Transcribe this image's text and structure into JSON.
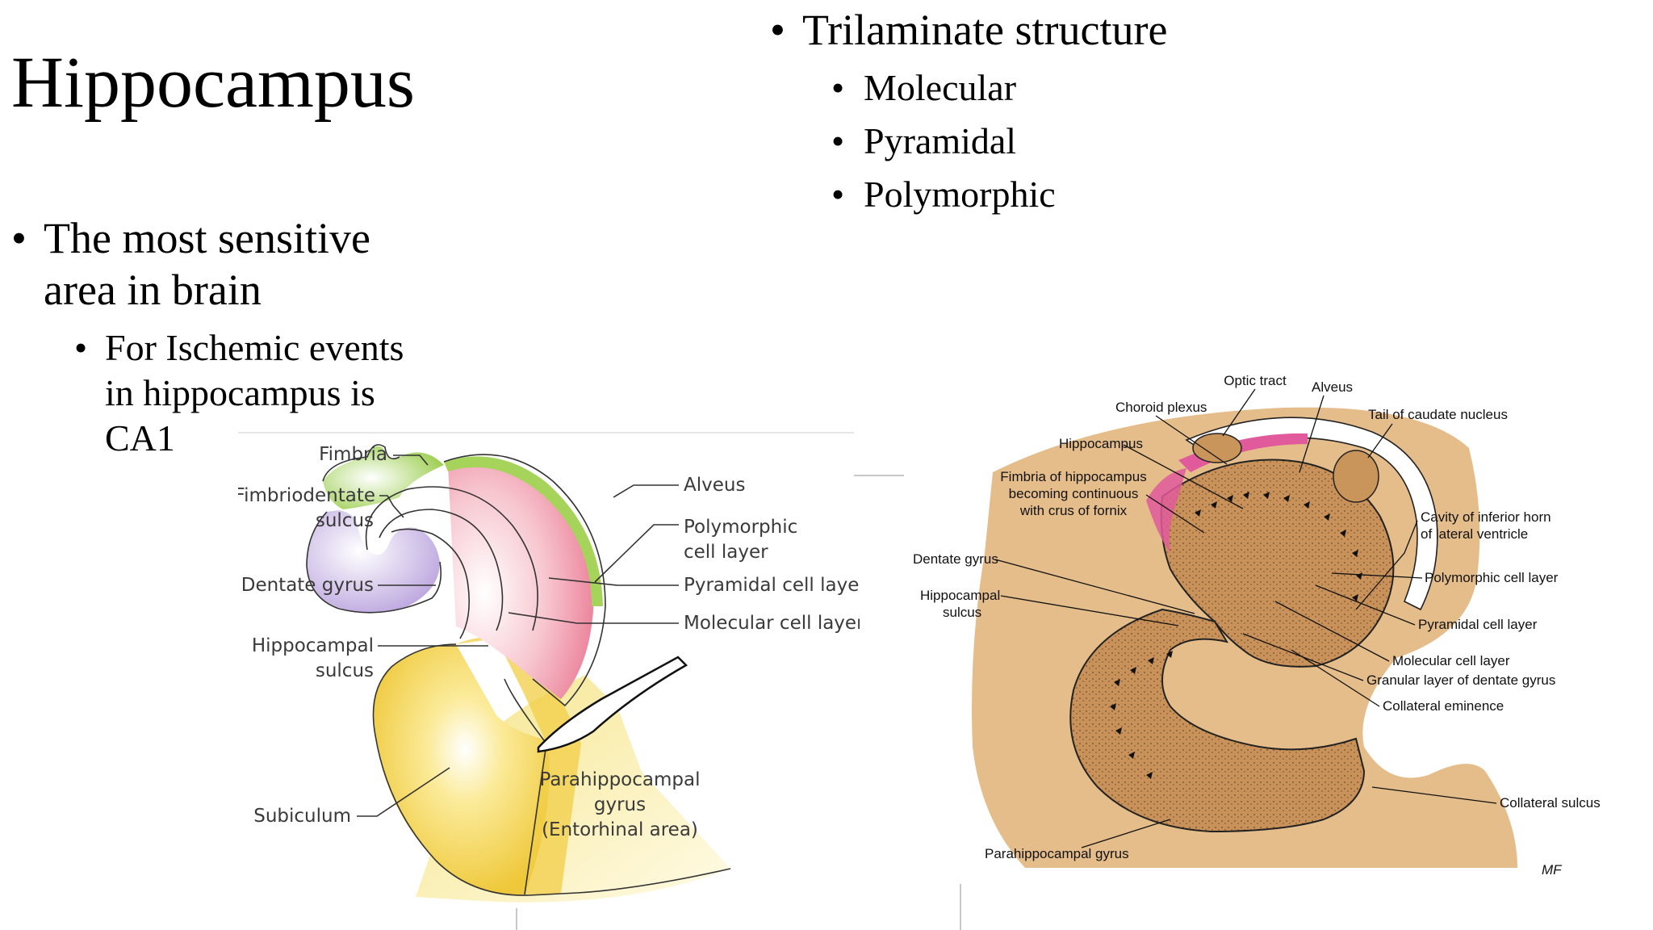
{
  "slide": {
    "title": "Hippocampus",
    "bullets_left": [
      {
        "text_line1": "The most sensitive",
        "text_line2": "area in brain"
      },
      {
        "text_line1": "For Ischemic events",
        "text_line2": "in hippocampus is",
        "text_line3": "CA1"
      }
    ],
    "bullets_right": {
      "main": "Trilaminate structure",
      "sub": [
        "Molecular",
        "Pyramidal",
        "Polymorphic"
      ]
    },
    "bullet_glyph": "•"
  },
  "diagram_left": {
    "labels": {
      "fimbria": "Fimbria",
      "fimbriodentate_1": "Fimbriodentate",
      "fimbriodentate_2": "sulcus",
      "dentate_gyrus": "Dentate gyrus",
      "hippocampal_sulcus_1": "Hippocampal",
      "hippocampal_sulcus_2": "sulcus",
      "subiculum": "Subiculum",
      "alveus": "Alveus",
      "polymorphic_1": "Polymorphic",
      "polymorphic_2": "cell layer",
      "pyramidal": "Pyramidal cell layer",
      "molecular": "Molecular cell layer",
      "parahippo_1": "Parahippocampal",
      "parahippo_2": "gyrus",
      "parahippo_3": "(Entorhinal area)"
    },
    "colors": {
      "fimbria": "#9fd04a",
      "dentate": "#c9b6e4",
      "subiculum": "#f3d54a",
      "pyramidal": "#e9738f"
    }
  },
  "diagram_right": {
    "labels": {
      "optic_tract": "Optic tract",
      "alveus": "Alveus",
      "choroid_plexus": "Choroid plexus",
      "tail_caudate": "Tail of caudate nucleus",
      "hippocampus": "Hippocampus",
      "fimbria_1": "Fimbria of hippocampus",
      "fimbria_2": "becoming continuous",
      "fimbria_3": "with crus of fornix",
      "cavity_1": "Cavity of inferior horn",
      "cavity_2": "of lateral ventricle",
      "dentate_gyrus": "Dentate gyrus",
      "polymorphic": "Polymorphic cell layer",
      "hippocampal_sulcus_1": "Hippocampal",
      "hippocampal_sulcus_2": "sulcus",
      "pyramidal": "Pyramidal cell layer",
      "molecular": "Molecular cell layer",
      "granular": "Granular layer of dentate gyrus",
      "collateral_eminence": "Collateral eminence",
      "collateral_sulcus": "Collateral sulcus",
      "parahippo": "Parahippocampal gyrus",
      "signature": "MF"
    },
    "colors": {
      "tissue": "#c9955a",
      "inner": "#b88548",
      "choroid": "#e15a9b"
    }
  }
}
